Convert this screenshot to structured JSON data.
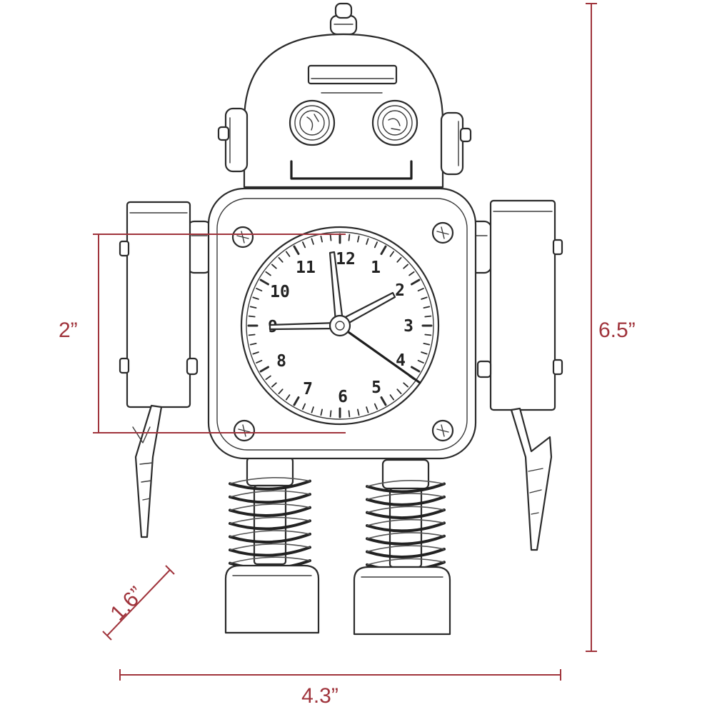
{
  "dimensions": {
    "height_label": "6.5”",
    "width_label": "4.3”",
    "depth_label": "1.6”",
    "clock_label": "2”"
  },
  "clock": {
    "numerals": [
      "12",
      "1",
      "2",
      "3",
      "4",
      "5",
      "6",
      "7",
      "8",
      "9",
      "10",
      "11"
    ]
  },
  "colors": {
    "dimension": "#a0343c",
    "outline": "#2b2b2b"
  }
}
